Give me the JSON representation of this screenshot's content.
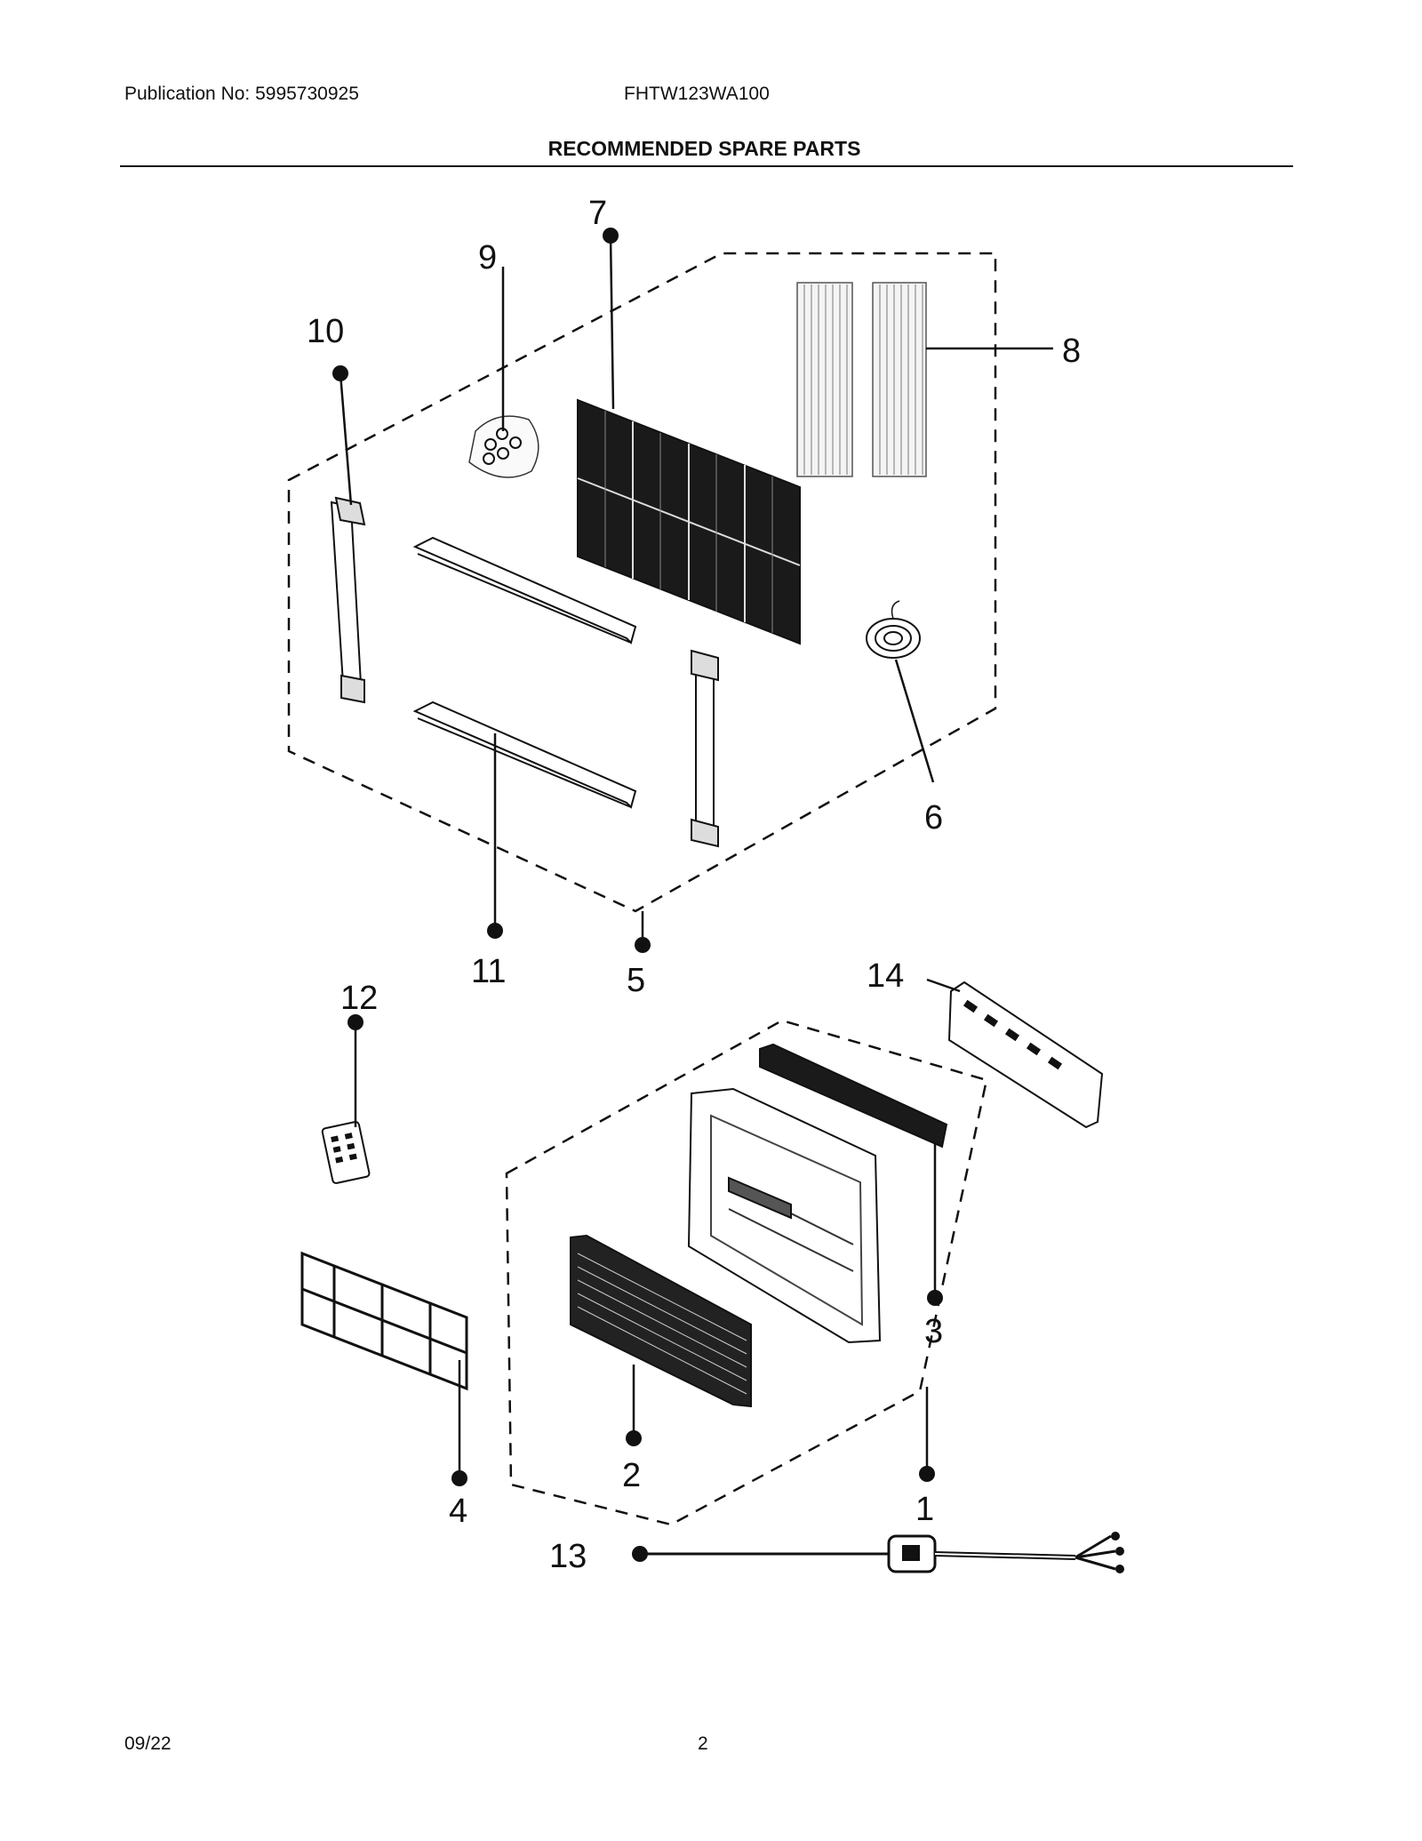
{
  "header": {
    "publication": "Publication No: 5995730925",
    "model": "FHTW123WA100",
    "title": "RECOMMENDED SPARE PARTS"
  },
  "footer": {
    "date": "09/22",
    "page": "2"
  },
  "callouts": [
    "1",
    "2",
    "3",
    "4",
    "5",
    "6",
    "7",
    "8",
    "9",
    "10",
    "11",
    "12",
    "13",
    "14"
  ]
}
